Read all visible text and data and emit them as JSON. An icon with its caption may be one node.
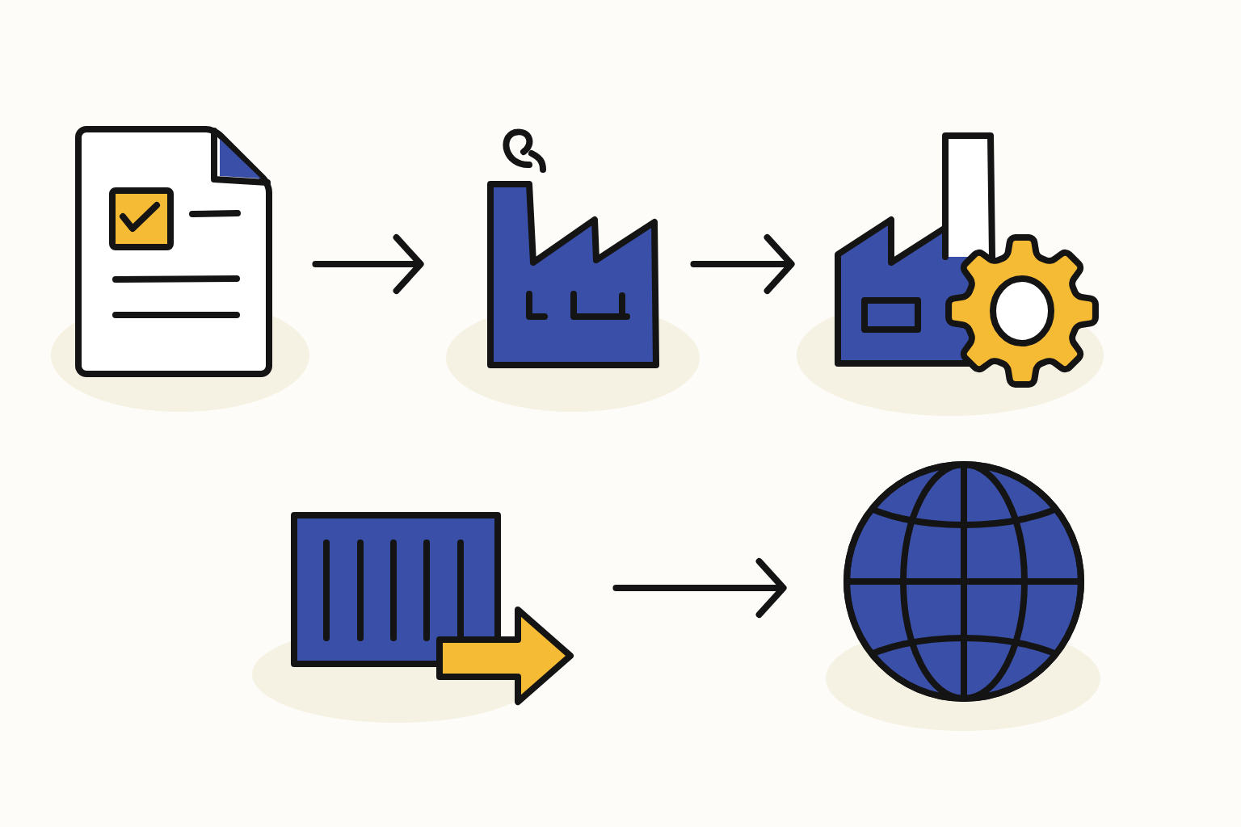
{
  "diagram": {
    "nodes": [
      {
        "text": [],
        "shape": "picture"
      },
      {
        "text": [],
        "shape": "picture"
      },
      {
        "text": [],
        "shape": "picture"
      },
      {
        "text": [],
        "shape": "picture"
      },
      {
        "text": [],
        "shape": "picture"
      }
    ],
    "edges": [
      {
        "from": 0,
        "to": 1,
        "arrow": "to"
      },
      {
        "from": 1,
        "to": 2,
        "arrow": "to"
      },
      {
        "from": 3,
        "to": 4,
        "arrow": "to"
      }
    ]
  }
}
